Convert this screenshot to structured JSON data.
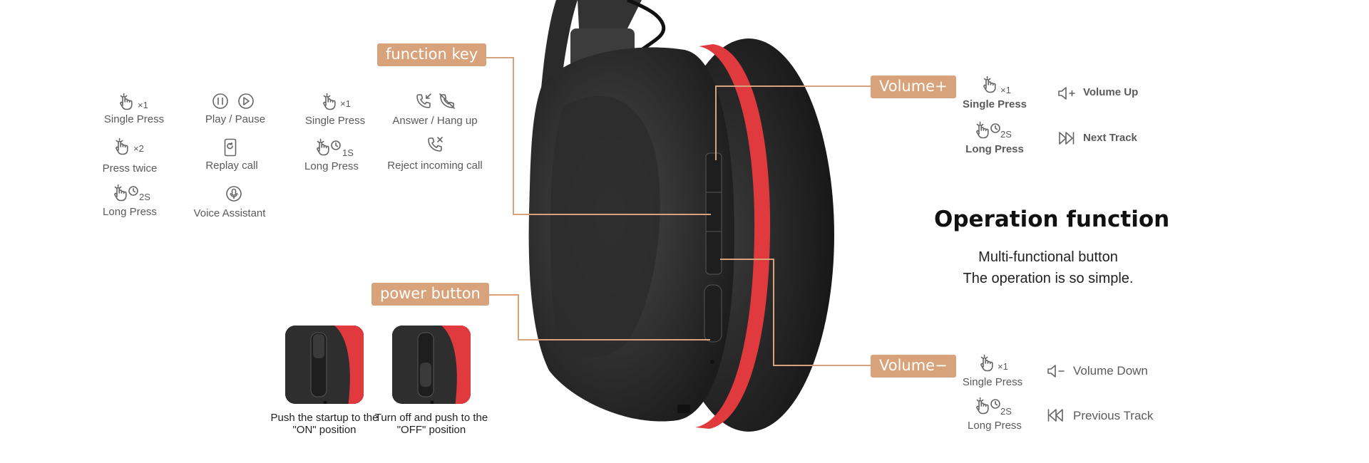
{
  "left_panel": {
    "single_press_multiplier": "×1",
    "single_press_label": "Single Press",
    "press_twice_multiplier": "×2",
    "press_twice_label": "Press twice",
    "long_press_duration": "2S",
    "long_press_label": "Long Press",
    "play_pause_label": "Play / Pause",
    "replay_call_label": "Replay call",
    "voice_assistant_label": "Voice Assistant"
  },
  "call_panel": {
    "single_press_multiplier": "×1",
    "single_press_label": "Single Press",
    "long_press_duration": "1S",
    "long_press_label": "Long Press",
    "answer_label": "Answer / Hang up",
    "reject_label": "Reject incoming call"
  },
  "callouts": {
    "function_key": "function key",
    "power_button": "power button",
    "volume_plus": "Volume+",
    "volume_minus": "Volume−"
  },
  "volume_plus_panel": {
    "single_press_multiplier": "×1",
    "single_press_label": "Single Press",
    "long_press_duration": "2S",
    "long_press_label": "Long Press",
    "action_single": "Volume Up",
    "action_long": "Next Track"
  },
  "volume_minus_panel": {
    "single_press_multiplier": "×1",
    "single_press_label": "Single Press",
    "long_press_duration": "2S",
    "long_press_label": "Long Press",
    "action_single": "Volume Down",
    "action_long": "Previous Track"
  },
  "operation": {
    "title": "Operation function",
    "line1": "Multi-functional button",
    "line2": "The operation is so simple."
  },
  "power_switch": {
    "on_caption": "Push the startup to the \"ON\" position",
    "off_caption": "Turn off and push to the \"OFF\" position"
  },
  "colors": {
    "accent": "#d8a37b",
    "ear_cushion": "#e03a3f",
    "headphone_body": "#2b2b2b"
  },
  "icons": [
    "tap-icon",
    "tap-hold-icon",
    "play-pause-icon",
    "replay-call-icon",
    "mic-icon",
    "phone-answer-icon",
    "phone-hangup-icon",
    "phone-reject-icon",
    "volume-up-icon",
    "next-track-icon",
    "volume-down-icon",
    "previous-track-icon"
  ]
}
